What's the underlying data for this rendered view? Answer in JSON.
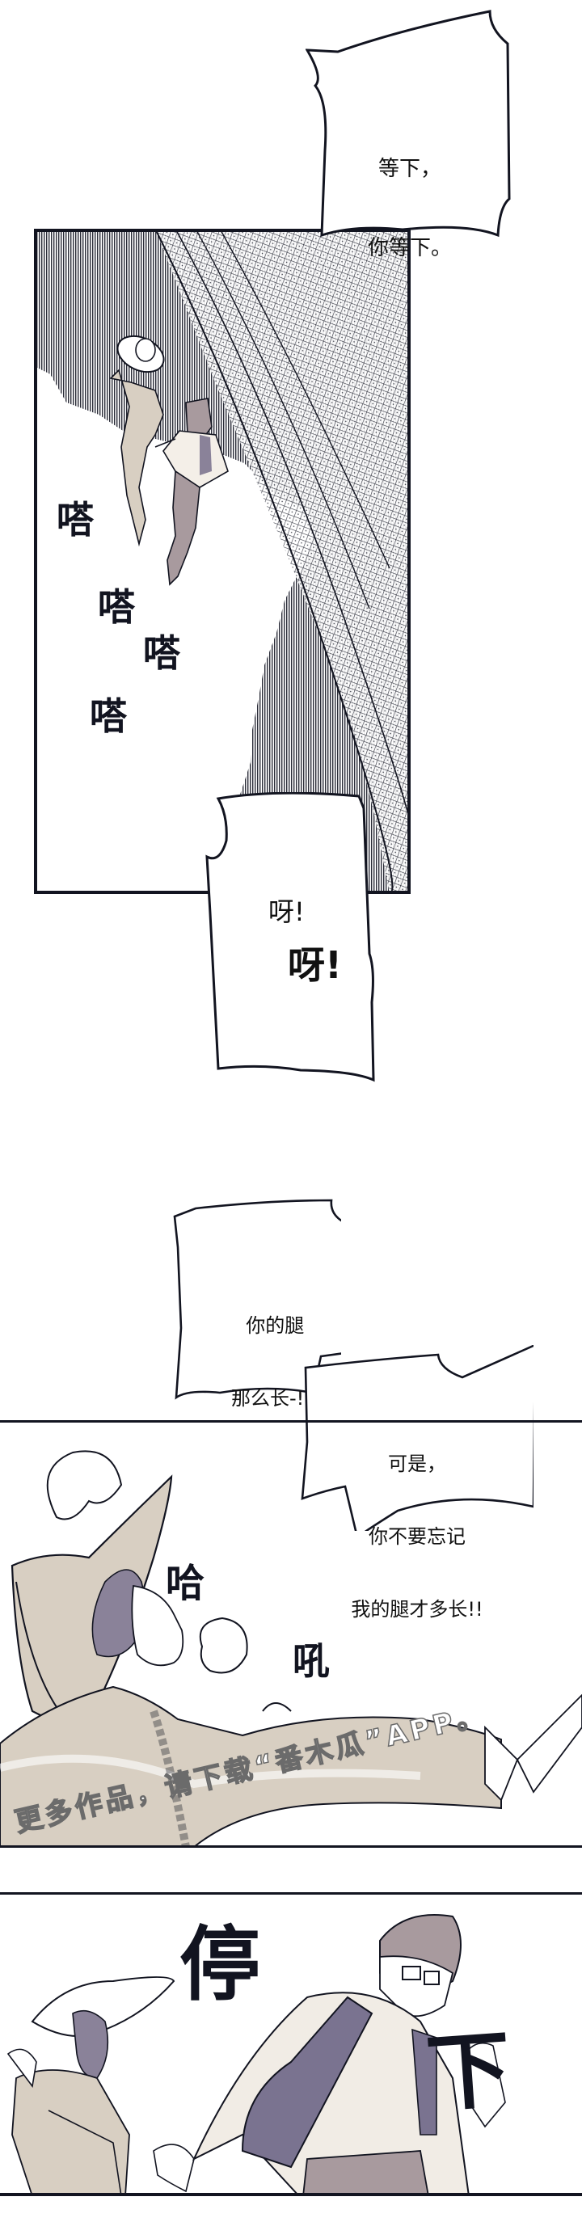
{
  "comic": {
    "panel_1": {
      "bubble_top": {
        "line1": "等下，",
        "line2": "你等下。"
      },
      "sfx_steps": [
        "嗒",
        "嗒",
        "嗒",
        "嗒"
      ],
      "bubble_bottom": {
        "line1": "呀!",
        "line2": "呀!"
      }
    },
    "interlude": {
      "bubble_left": {
        "line1": "你的腿",
        "line2": "那么长-!"
      },
      "bubble_right": {
        "line1": "可是，",
        "line2": "你不要忘记",
        "line3": "我的腿才多长!!"
      }
    },
    "panel_2": {
      "sfx_pant": [
        "哈",
        "吼"
      ],
      "watermark": "更多作品，请下载“番木瓜”APP。"
    },
    "panel_3": {
      "sfx_stop": [
        "停",
        "下"
      ]
    }
  },
  "colors": {
    "ink": "#121420",
    "paper": "#ffffff",
    "beige_tone": "#d8cfc2",
    "lavender_tone": "#8a8299",
    "mauve_tone": "#a89a9e",
    "screentone_dark": "#3a3a44"
  }
}
